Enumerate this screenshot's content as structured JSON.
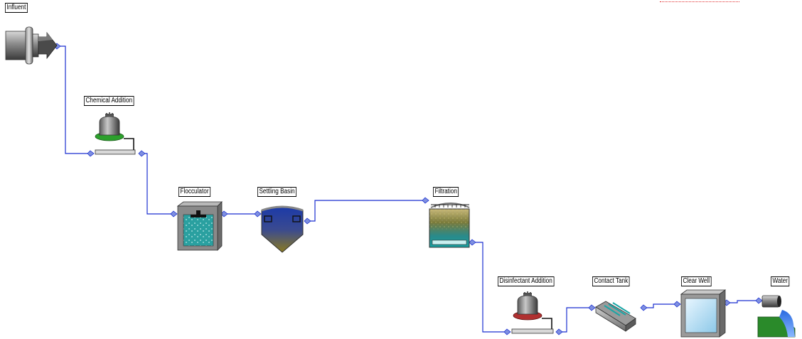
{
  "labels": {
    "influent": "Influent",
    "chemical_addition": "Chemical Addition",
    "flocculator": "Flocculator",
    "settling_basin": "Settling Basin",
    "filtration": "Filtration",
    "disinfectant_addition": "Disinfectant Addition",
    "contact_tank": "Contact Tank",
    "clear_well": "Clear Well",
    "water": "Water"
  },
  "colors": {
    "pipe": "#1a2fd0",
    "connector": "#7e8fe0",
    "water_teal": "#1aa6a6",
    "dosing_ring_green": "#2ca02c",
    "dosing_ring_red": "#b03030",
    "selection_marker": "#e03030"
  },
  "icons": [
    "pipe-outlet-icon",
    "dosing-pump-icon",
    "flocculator-tank-icon",
    "settling-basin-icon",
    "filter-tank-icon",
    "contact-tank-icon",
    "clear-well-tank-icon",
    "water-outfall-icon"
  ]
}
